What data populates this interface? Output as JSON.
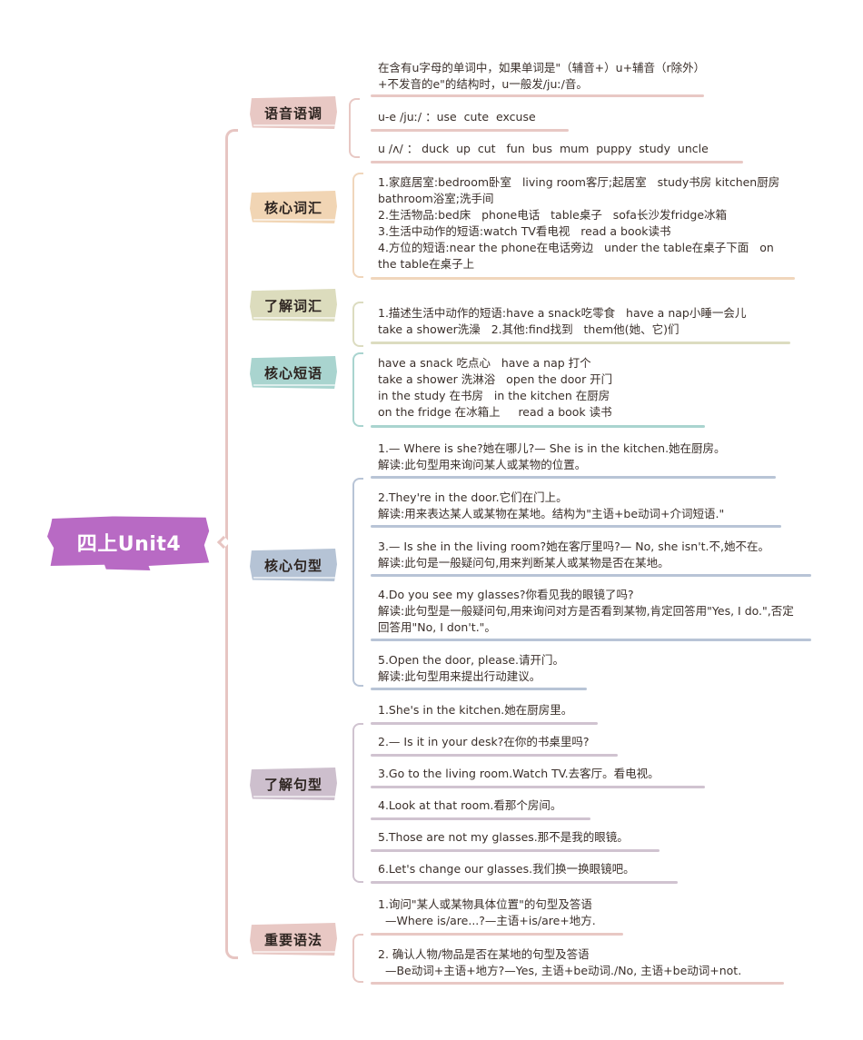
{
  "root": {
    "title": "四上Unit4",
    "color": "#b86ac4"
  },
  "branches": [
    {
      "id": "phonics",
      "label": "语音语调",
      "color": "#e8c8c4",
      "line_color": "#e8c8c4",
      "items": [
        "在含有u字母的单词中，如果单词是\"（辅音+）u+辅音（r除外）+不发音的e\"的结构时，u一般发/juː/音。",
        "u-e /juː/ ：use  cute  excuse",
        "u /ʌ/ ： duck  up  cut   fun  bus  mum  puppy  study  uncle"
      ]
    },
    {
      "id": "core-vocab",
      "label": "核心词汇",
      "color": "#f1d5b4",
      "line_color": "#f0d6bc",
      "items": [
        "1.家庭居室:bedroom卧室   living room客厅;起居室   study书房 kitchen厨房   bathroom浴室;洗手间\n2.生活物品:bed床   phone电话   table桌子   sofa长沙发fridge冰箱\n3.生活中动作的短语:watch TV看电视   read a book读书\n4.方位的短语:near the phone在电话旁边   under the table在桌子下面   on the table在桌子上"
      ]
    },
    {
      "id": "extra-vocab",
      "label": "了解词汇",
      "color": "#dcdcbd",
      "line_color": "#dcdcc0",
      "items": [
        "1.描述生活中动作的短语:have a snack吃零食   have a nap小睡一会儿   take a shower洗澡   2.其他:find找到   them他(她、它)们"
      ]
    },
    {
      "id": "core-phrases",
      "label": "核心短语",
      "color": "#a9d4cf",
      "line_color": "#a9d4cf",
      "items": [
        "have a snack 吃点心   have a nap 打个\ntake a shower 洗淋浴   open the door 开门\nin the study 在书房   in the kitchen 在厨房\non the fridge 在冰箱上     read a book 读书"
      ]
    },
    {
      "id": "core-sentences",
      "label": "核心句型",
      "color": "#b5c3d5",
      "line_color": "#b8c4d6",
      "items": [
        "1.— Where is she?她在哪儿?— She is in the kitchen.她在厨房。\n解读:此句型用来询问某人或某物的位置。",
        "2.They're in the door.它们在门上。\n解读:用来表达某人或某物在某地。结构为\"主语+be动词+介词短语.\"",
        "3.— Is she in the living room?她在客厅里吗?— No, she isn't.不,她不在。\n解读:此句是一般疑问句,用来判断某人或某物是否在某地。",
        "4.Do you see my glasses?你看见我的眼镜了吗?\n解读:此句型是一般疑问句,用来询问对方是否看到某物,肯定回答用\"Yes, I do.\",否定回答用\"No, I don't.\"。",
        "5.Open the door, please.请开门。\n解读:此句型用来提出行动建议。"
      ]
    },
    {
      "id": "extra-sentences",
      "label": "了解句型",
      "color": "#cdbfcd",
      "line_color": "#d0c3d0",
      "items": [
        "1.She's in the kitchen.她在厨房里。",
        "2.— Is it in your desk?在你的书桌里吗?",
        "3.Go to the living room.Watch TV.去客厅。看电视。",
        "4.Look at that room.看那个房间。",
        "5.Those are not my glasses.那不是我的眼镜。",
        "6.Let's change our glasses.我们换一换眼镜吧。"
      ]
    },
    {
      "id": "grammar",
      "label": "重要语法",
      "color": "#e8c8c4",
      "line_color": "#e8c8c4",
      "items": [
        "1.询问\"某人或某物具体位置\"的句型及答语\n  —Where is/are...?—主语+is/are+地方.",
        "2. 确认人物/物品是否在某地的句型及答语\n  —Be动词+主语+地方?—Yes, 主语+be动词./No, 主语+be动词+not."
      ]
    }
  ]
}
